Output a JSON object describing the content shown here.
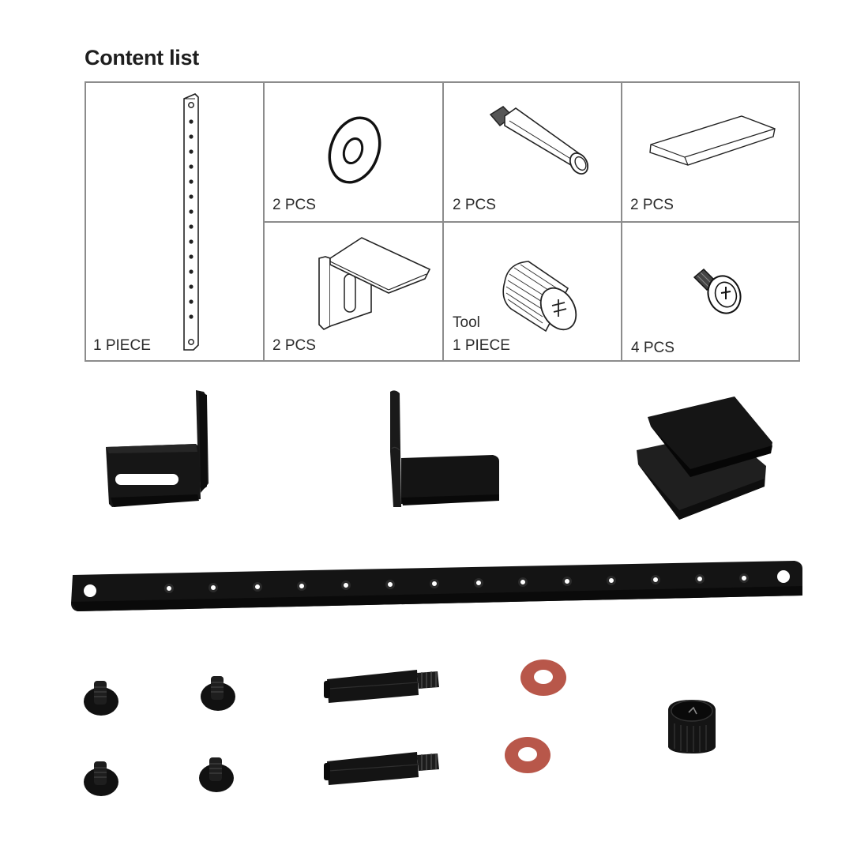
{
  "title": "Content list",
  "content_list": {
    "cells": [
      {
        "item": "bar-strip",
        "quantity": "1 PIECE"
      },
      {
        "item": "washer",
        "quantity": "2 PCS"
      },
      {
        "item": "standoff",
        "quantity": "2 PCS"
      },
      {
        "item": "pad",
        "quantity": "2 PCS"
      },
      {
        "item": "l-bracket",
        "quantity": "2 PCS"
      },
      {
        "item": "knurled-tool",
        "note": "Tool",
        "quantity": "1 PIECE"
      },
      {
        "item": "screw",
        "quantity": "4 PCS"
      }
    ]
  },
  "photo": {
    "items": [
      "l-bracket-slotted",
      "l-bracket-flat",
      "rubber-pads",
      "perforated-bar",
      "screws",
      "standoffs",
      "fiber-washers",
      "knurled-tool"
    ],
    "colors": {
      "metal": "#141414",
      "washer": "#b8574a"
    }
  }
}
